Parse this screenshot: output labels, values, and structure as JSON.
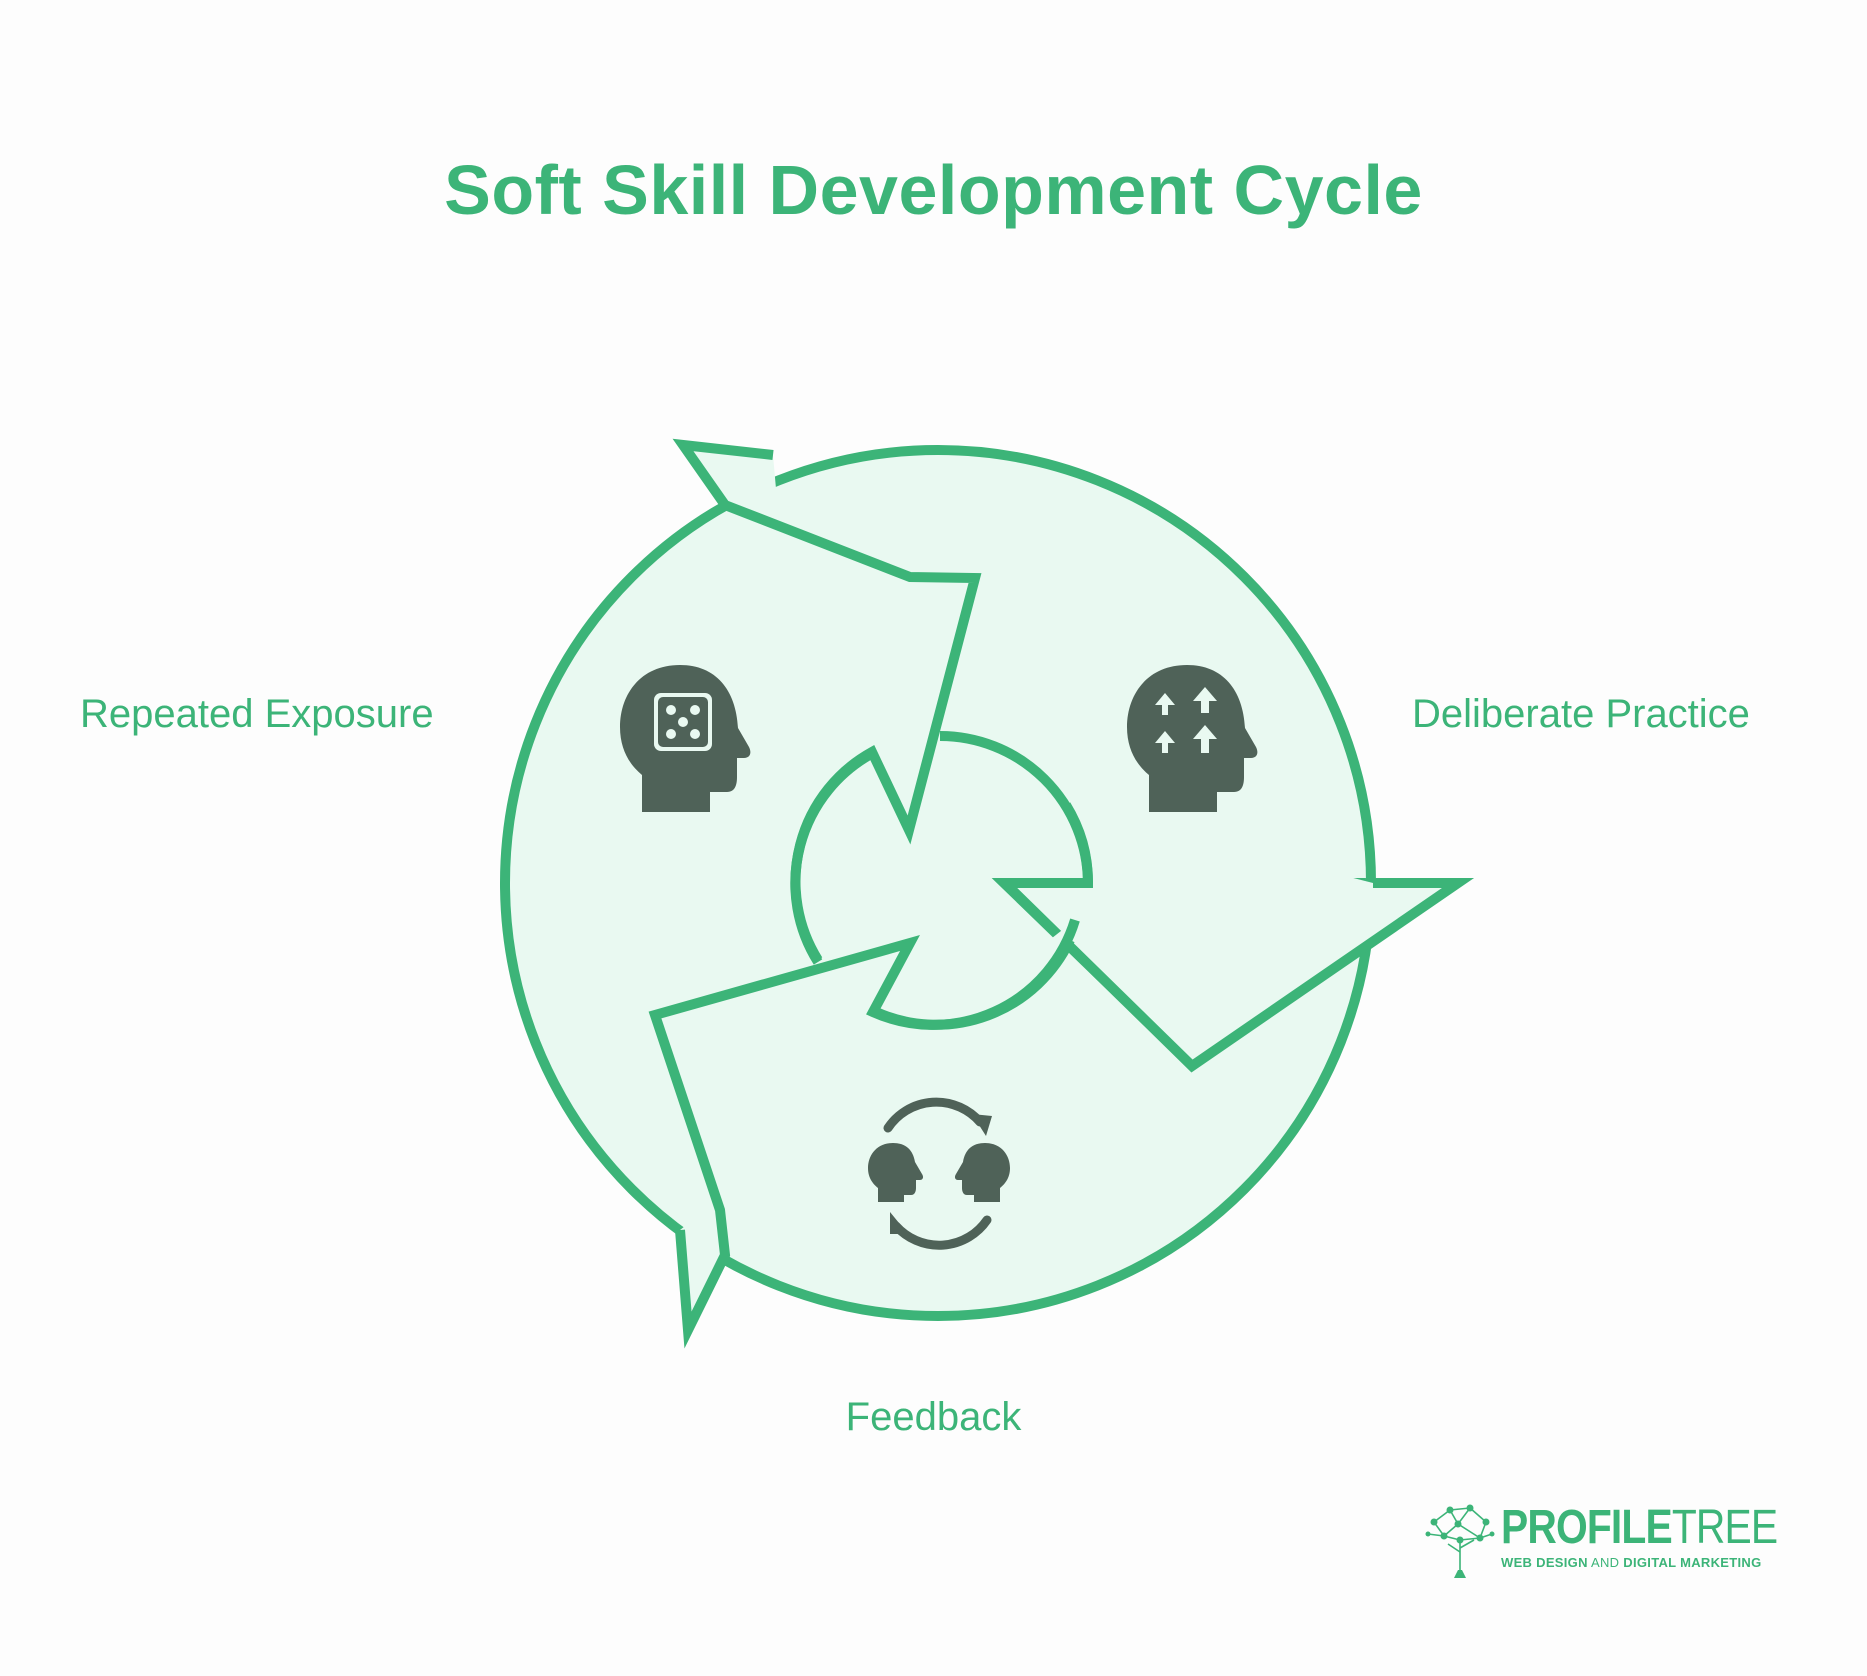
{
  "title": "Soft Skill Development Cycle",
  "stages": [
    {
      "label": "Repeated Exposure",
      "icon": "head-dice-icon"
    },
    {
      "label": "Deliberate Practice",
      "icon": "head-growth-arrows-icon"
    },
    {
      "label": "Feedback",
      "icon": "exchange-heads-icon"
    }
  ],
  "colors": {
    "accent": "#3cb478",
    "fill": "#e9f9f1",
    "icon": "#4f6258",
    "background": "#fdfdfd"
  },
  "logo": {
    "name_bold": "PROFILE",
    "name_thin": "TREE",
    "tagline_a": "WEB DESIGN",
    "tagline_b": " AND ",
    "tagline_c": "DIGITAL MARKETING"
  }
}
